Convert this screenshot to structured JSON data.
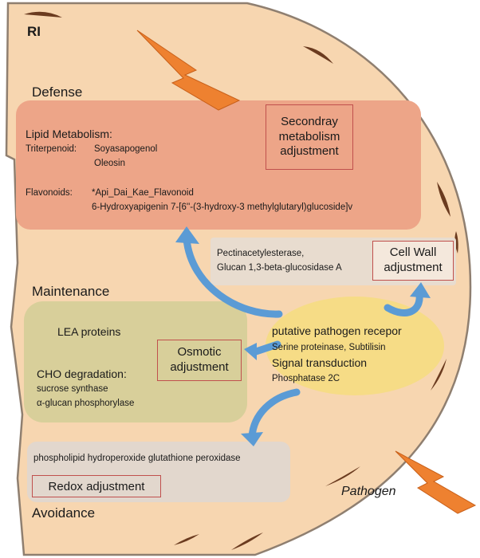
{
  "colors": {
    "cell_fill": "#f7d6b0",
    "cell_border": "#8f7f70",
    "defense_fill": "#eda588",
    "maintenance_fill": "#d8cf9a",
    "avoidance_fill": "#e2d7cd",
    "wall_fill": "#e8dccf",
    "signal_fill": "#f6dc86",
    "arrow_fill": "#5b9bd5",
    "lightning_fill": "#ee8130",
    "lesion_fill": "#6b3b1f",
    "accent_box": "#c0504d"
  },
  "labels": {
    "ri": "RI",
    "defense": "Defense",
    "maintenance": "Maintenance",
    "avoidance": "Avoidance",
    "pathogen": "Pathogen"
  },
  "defense": {
    "lipid_title": "Lipid Metabolism:",
    "triterpenoid_label": "Triterpenoid:",
    "triterpenoid_1": "Soyasapogenol",
    "triterpenoid_2": "Oleosin",
    "flavonoids_label": "Flavonoids:",
    "flavonoid_1": "*Api_Dai_Kae_Flavonoid",
    "flavonoid_2": "6-Hydroxyapigenin 7-[6''-(3-hydroxy-3 methylglutaryl)glucoside]v",
    "secondary_box_line1": "Secondray",
    "secondary_box_line2": "metabolism",
    "secondary_box_line3": "adjustment"
  },
  "cell_wall": {
    "gene_1": "Pectinacetylesterase,",
    "gene_2": "Glucan 1,3-beta-glucosidase A",
    "box_line1": "Cell Wall",
    "box_line2": "adjustment"
  },
  "maintenance": {
    "lea": "LEA proteins",
    "cho_title": "CHO degradation:",
    "cho_1": "sucrose synthase",
    "cho_2": "α-glucan phosphorylase",
    "osmotic_line1": "Osmotic",
    "osmotic_line2": "adjustment"
  },
  "signal": {
    "receptor": "putative pathogen recepor",
    "receptor_genes": "Serine proteinase, Subtilisin",
    "transduction": "Signal transduction",
    "transduction_gene": "Phosphatase 2C"
  },
  "avoidance": {
    "gene": "phospholipid hydroperoxide glutathione peroxidase",
    "redox_box": "Redox adjustment"
  }
}
